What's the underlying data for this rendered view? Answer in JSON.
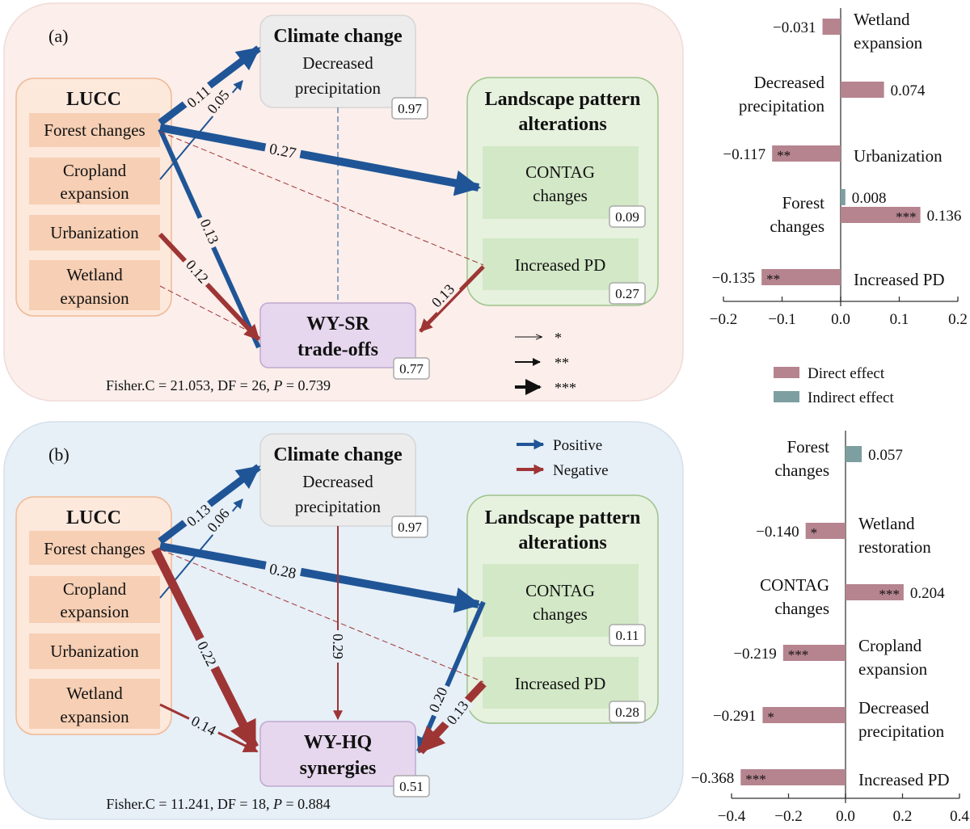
{
  "colors": {
    "positive": "#1f5596",
    "negative": "#9e3535",
    "direct_effect": "#b5848f",
    "indirect_effect": "#7e9fa1",
    "panel_a_bg": "#fbeeeb",
    "panel_b_bg": "#e7eff7",
    "lucc_bg": "#fde8dc",
    "lucc_item_bg": "#f6cfb4",
    "climate_bg": "#ececec",
    "landscape_bg": "#e6f1de",
    "landscape_item_bg": "#d2e8c6",
    "outcome_bg": "#e6d7ee"
  },
  "panels": [
    {
      "label": "(a)",
      "lucc": {
        "title": "LUCC",
        "items": [
          "Forest changes",
          "Cropland expansion",
          "Urbanization",
          "Wetland expansion"
        ]
      },
      "climate": {
        "title": "Climate change",
        "item": "Decreased precipitation",
        "r2": "0.97"
      },
      "landscape": {
        "title": "Landscape pattern alterations",
        "items": [
          {
            "label": "CONTAG changes",
            "r2": "0.09"
          },
          {
            "label": "Increased PD",
            "r2": "0.27"
          }
        ]
      },
      "outcome": {
        "title": "WY-SR trade-offs",
        "r2": "0.77"
      },
      "fit": {
        "prefix": "Fisher.C = 21.053, DF = 26, ",
        "p_symbol": "P",
        "p_value": " = 0.739"
      },
      "paths": [
        {
          "from": "Forest changes",
          "to": "Decreased precipitation",
          "sign": "positive",
          "coef": "0.11",
          "sig": "***"
        },
        {
          "from": "Cropland expansion",
          "to": "Decreased precipitation",
          "sign": "positive",
          "coef": "0.05",
          "sig": "*"
        },
        {
          "from": "Forest changes",
          "to": "CONTAG changes",
          "sign": "positive",
          "coef": "0.27",
          "sig": "***"
        },
        {
          "from": "Forest changes",
          "to": "WY-SR trade-offs",
          "sign": "positive",
          "coef": "0.13",
          "sig": "**"
        },
        {
          "from": "Urbanization",
          "to": "WY-SR trade-offs",
          "sign": "negative",
          "coef": "0.12",
          "sig": "**"
        },
        {
          "from": "Increased PD",
          "to": "WY-SR trade-offs",
          "sign": "negative",
          "coef": "0.13",
          "sig": "**"
        },
        {
          "from": "Forest changes",
          "to": "Increased PD",
          "sign": "negative",
          "coef": "",
          "sig": "ns"
        },
        {
          "from": "Wetland expansion",
          "to": "WY-SR trade-offs",
          "sign": "negative",
          "coef": "",
          "sig": "ns"
        },
        {
          "from": "Decreased precipitation",
          "to": "WY-SR trade-offs",
          "sign": "positive",
          "coef": "",
          "sig": "ns"
        }
      ]
    },
    {
      "label": "(b)",
      "lucc": {
        "title": "LUCC",
        "items": [
          "Forest changes",
          "Cropland expansion",
          "Urbanization",
          "Wetland expansion"
        ]
      },
      "climate": {
        "title": "Climate change",
        "item": "Decreased precipitation",
        "r2": "0.97"
      },
      "landscape": {
        "title": "Landscape pattern alterations",
        "items": [
          {
            "label": "CONTAG changes",
            "r2": "0.11"
          },
          {
            "label": "Increased PD",
            "r2": "0.28"
          }
        ]
      },
      "outcome": {
        "title": "WY-HQ synergies",
        "r2": "0.51"
      },
      "fit": {
        "prefix": "Fisher.C = 11.241, DF = 18, ",
        "p_symbol": "P",
        "p_value": " = 0.884"
      },
      "paths": [
        {
          "from": "Forest changes",
          "to": "Decreased precipitation",
          "sign": "positive",
          "coef": "0.13",
          "sig": "***"
        },
        {
          "from": "Cropland expansion",
          "to": "Decreased precipitation",
          "sign": "positive",
          "coef": "0.06",
          "sig": "*"
        },
        {
          "from": "Forest changes",
          "to": "CONTAG changes",
          "sign": "positive",
          "coef": "0.28",
          "sig": "***"
        },
        {
          "from": "Forest changes",
          "to": "WY-HQ synergies",
          "sign": "negative",
          "coef": "0.22",
          "sig": "***"
        },
        {
          "from": "Wetland expansion",
          "to": "WY-HQ synergies",
          "sign": "negative",
          "coef": "0.14",
          "sig": "*"
        },
        {
          "from": "Decreased precipitation",
          "to": "WY-HQ synergies",
          "sign": "negative",
          "coef": "0.29",
          "sig": "*"
        },
        {
          "from": "CONTAG changes",
          "to": "WY-HQ synergies",
          "sign": "positive",
          "coef": "0.20",
          "sig": "***"
        },
        {
          "from": "Increased PD",
          "to": "WY-HQ synergies",
          "sign": "negative",
          "coef": "0.13",
          "sig": "***"
        },
        {
          "from": "Forest changes",
          "to": "Increased PD",
          "sign": "negative",
          "coef": "",
          "sig": "ns"
        }
      ]
    }
  ],
  "legend_significance": [
    {
      "label": "*"
    },
    {
      "label": "**"
    },
    {
      "label": "***"
    }
  ],
  "legend_sign": [
    {
      "label": "Positive"
    },
    {
      "label": "Negative"
    }
  ],
  "legend_effect": [
    {
      "label": "Direct effect"
    },
    {
      "label": "Indirect effect"
    }
  ],
  "chart_data": [
    {
      "type": "bar",
      "orientation": "horizontal",
      "title": "",
      "xlabel": "",
      "ylabel": "",
      "xlim": [
        -0.2,
        0.2
      ],
      "xticks": [
        "-0.2",
        "-0.1",
        "0.0",
        "0.1",
        "0.2"
      ],
      "grid": false,
      "rows": [
        {
          "label": "Wetland expansion",
          "direct": -0.031,
          "direct_label": "-0.031",
          "direct_sig": ""
        },
        {
          "label": "Decreased precipitation",
          "direct": 0.074,
          "direct_label": "0.074",
          "direct_sig": ""
        },
        {
          "label": "Urbanization",
          "direct": -0.117,
          "direct_label": "-0.117",
          "direct_sig": "**"
        },
        {
          "label": "Forest changes",
          "direct": 0.136,
          "direct_label": "0.136",
          "direct_sig": "***",
          "indirect": 0.008,
          "indirect_label": "0.008"
        },
        {
          "label": "Increased PD",
          "direct": -0.135,
          "direct_label": "-0.135",
          "direct_sig": "**"
        }
      ],
      "legend": [
        "Direct effect",
        "Indirect effect"
      ],
      "legend_position": "bottom"
    },
    {
      "type": "bar",
      "orientation": "horizontal",
      "title": "",
      "xlabel": "",
      "ylabel": "",
      "xlim": [
        -0.4,
        0.4
      ],
      "xticks": [
        "-0.4",
        "-0.2",
        "0.0",
        "0.2",
        "0.4"
      ],
      "grid": false,
      "rows": [
        {
          "label": "Forest changes",
          "indirect": 0.057,
          "indirect_label": "0.057"
        },
        {
          "label": "Wetland restoration",
          "direct": -0.14,
          "direct_label": "-0.140",
          "direct_sig": "*"
        },
        {
          "label": "CONTAG changes",
          "direct": 0.204,
          "direct_label": "0.204",
          "direct_sig": "***"
        },
        {
          "label": "Cropland expansion",
          "direct": -0.219,
          "direct_label": "-0.219",
          "direct_sig": "***"
        },
        {
          "label": "Decreased precipitation",
          "direct": -0.291,
          "direct_label": "-0.291",
          "direct_sig": "*"
        },
        {
          "label": "Increased PD",
          "direct": -0.368,
          "direct_label": "-0.368",
          "direct_sig": "***"
        }
      ]
    }
  ]
}
